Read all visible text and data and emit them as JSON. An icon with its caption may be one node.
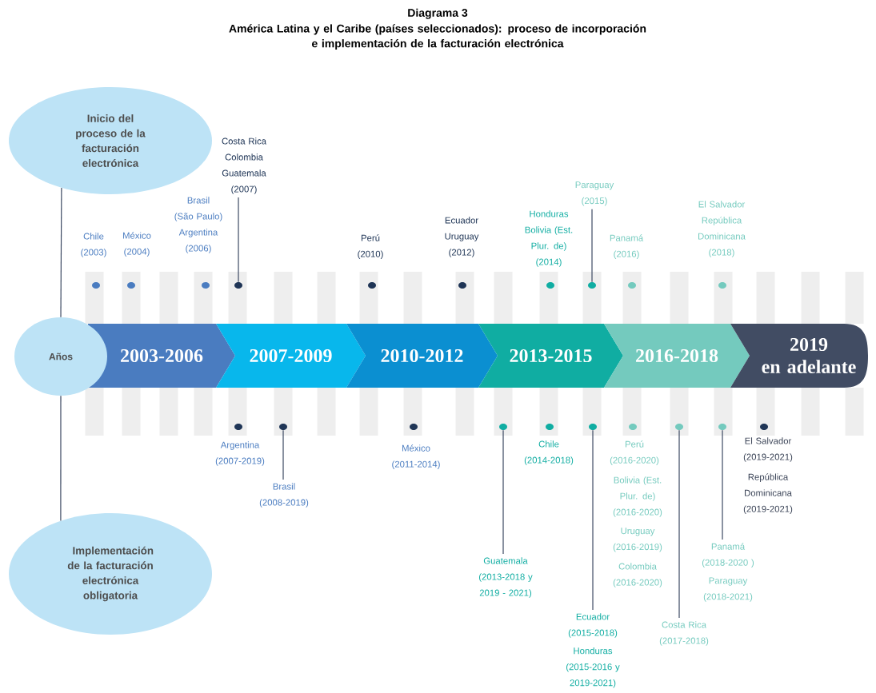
{
  "diagram": {
    "title": "Diagrama 3",
    "nodes": [
      {
        "text": [
          "Inicio del proceso de la facturación electrónica"
        ]
      },
      {
        "text": [
          "Años"
        ]
      },
      {
        "text": [
          "Implementación de la facturación electrónica obligatoria"
        ]
      },
      {
        "text": [
          "2003-2006"
        ]
      },
      {
        "text": [
          "2007-2009"
        ]
      },
      {
        "text": [
          "2010-2012"
        ]
      },
      {
        "text": [
          "2013-2015"
        ]
      },
      {
        "text": [
          "2016-2018"
        ]
      },
      {
        "text": [
          "2019 en adelante"
        ]
      },
      {
        "text": [
          "Costa Rica Colombia Guatemala (2007)"
        ]
      },
      {
        "text": [],
        "shape": "circle"
      },
      {
        "text": [
          "Paraguay (2015)"
        ]
      },
      {
        "text": [],
        "shape": "circle"
      },
      {
        "text": [
          "Brasil (2008-2019)"
        ]
      },
      {
        "text": [],
        "shape": "circle"
      },
      {
        "text": [
          "Guatemala (2013-2018 y 2019 - 2021)"
        ]
      },
      {
        "text": [],
        "shape": "circle"
      },
      {
        "text": [
          "Ecuador (2015-2018)",
          "Honduras (2015-2016 y 2019-2021)"
        ]
      },
      {
        "text": [],
        "shape": "circle"
      },
      {
        "text": [
          "Costa Rica (2017-2018)"
        ]
      },
      {
        "text": [],
        "shape": "circle"
      },
      {
        "text": [
          "Panamá (2018-2020 )",
          "Paraguay (2018-2021)"
        ]
      },
      {
        "text": [],
        "shape": "circle"
      }
    ],
    "edges": [
      {
        "from": 0,
        "to": 1,
        "arrow": "none"
      },
      {
        "from": 1,
        "to": 2,
        "arrow": "none"
      },
      {
        "from": 9,
        "to": 10,
        "arrow": "none"
      },
      {
        "from": 11,
        "to": 12,
        "arrow": "none"
      },
      {
        "from": 13,
        "to": 14,
        "arrow": "none"
      },
      {
        "from": 15,
        "to": 16,
        "arrow": "none"
      },
      {
        "from": 17,
        "to": 18,
        "arrow": "none"
      },
      {
        "from": 19,
        "to": 20,
        "arrow": "none"
      },
      {
        "from": 21,
        "to": 22,
        "arrow": "none"
      }
    ],
    "labels": [
      "América Latina y el Caribe (países seleccionados): proceso de incorporación e implementación de la facturación electrónica",
      "Chile (2003)",
      "México (2004)",
      "Brasil (São Paulo) Argentina (2006)",
      "Perú (2010)",
      "Ecuador Uruguay (2012)",
      "Honduras Bolivia (Est. Plur. de) (2014)",
      "Panamá (2016)",
      "El Salvador República Dominicana (2018)",
      "Argentina (2007-2019)",
      "México (2011-2014)",
      "Chile (2014-2018)",
      "Perú (2016-2020)",
      "Bolivia (Est. Plur. de) (2016-2020)",
      "Uruguay (2016-2019)",
      "Colombia (2016-2020)",
      "El Salvador (2019-2021)",
      "República Dominicana (2019-2021)"
    ]
  }
}
